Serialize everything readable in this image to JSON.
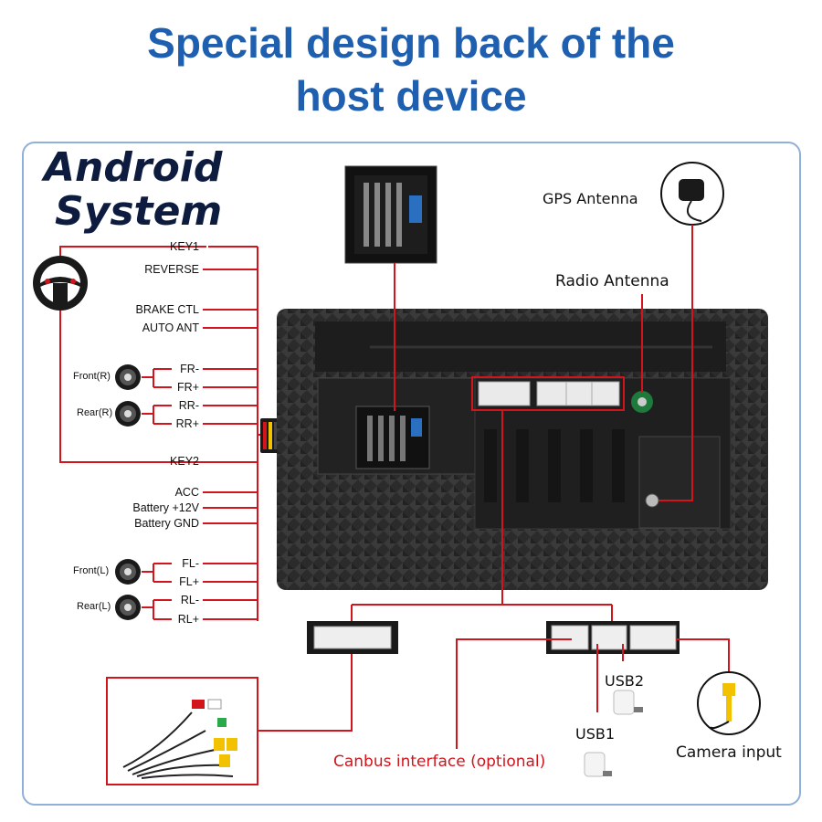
{
  "header": {
    "title_line1": "Special design back of the",
    "title_line2": "host device"
  },
  "android": {
    "line1": "Android",
    "line2": "System"
  },
  "wires": {
    "key1": "KEY1",
    "reverse": "REVERSE",
    "brake_ctl": "BRAKE CTL",
    "auto_ant": "AUTO ANT",
    "fr_minus": "FR-",
    "fr_plus": "FR+",
    "rr_minus": "RR-",
    "rr_plus": "RR+",
    "key2": "KEY2",
    "acc": "ACC",
    "battery_12v": "Battery +12V",
    "battery_gnd": "Battery GND",
    "fl_minus": "FL-",
    "fl_plus": "FL+",
    "rl_minus": "RL-",
    "rl_plus": "RL+"
  },
  "speakers": {
    "front_r": "Front(R)",
    "rear_r": "Rear(R)",
    "front_l": "Front(L)",
    "rear_l": "Rear(L)"
  },
  "callouts": {
    "gps_antenna": "GPS Antenna",
    "radio_antenna": "Radio Antenna",
    "usb2": "USB2",
    "usb1": "USB1",
    "camera_input": "Camera input",
    "canbus": "Canbus interface (optional)"
  },
  "colors": {
    "title_blue": "#1f5fb0",
    "wire_red": "#d2141c",
    "panel_border": "#8fb0d8",
    "device_dark": "#2a2a2a"
  }
}
